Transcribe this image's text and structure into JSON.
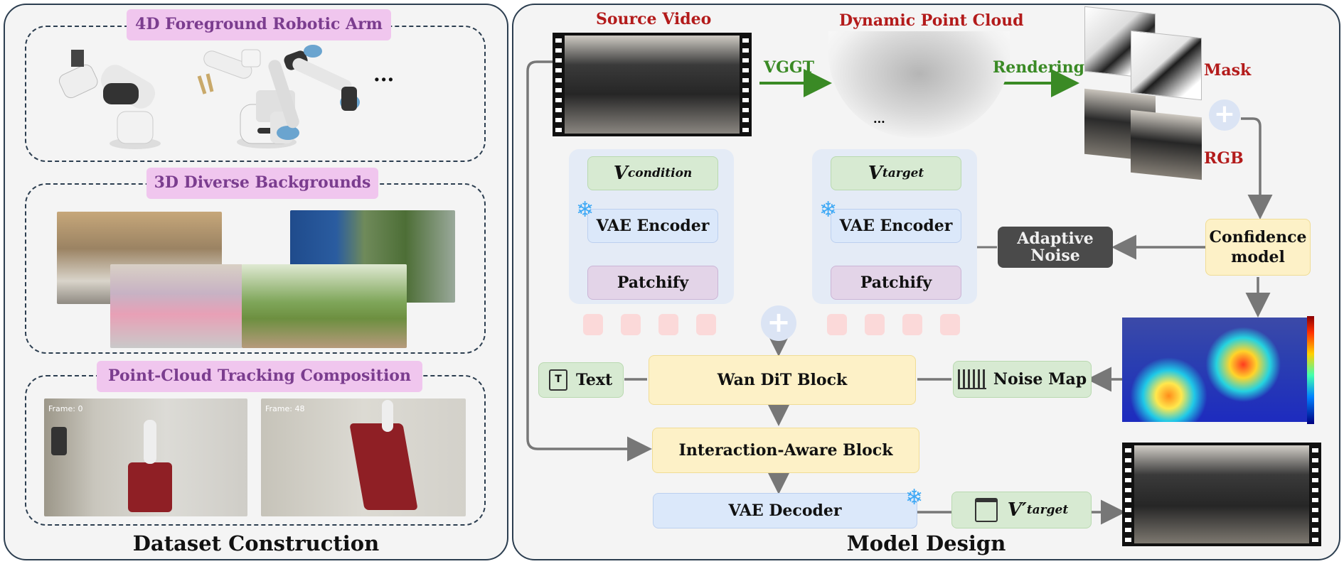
{
  "left": {
    "section_title": "Dataset Construction",
    "arm_title": "4D Foreground Robotic Arm",
    "ellipsis": "...",
    "bg_title": "3D Diverse Backgrounds",
    "track_title": "Point-Cloud Tracking Composition",
    "frame_a": "Frame: 0",
    "frame_b": "Frame: 48"
  },
  "right": {
    "section_title": "Model Design",
    "source_video": "Source Video",
    "point_cloud": "Dynamic Point Cloud",
    "vggt": "VGGT",
    "rendering": "Rendering",
    "mask": "Mask",
    "rgb": "RGB",
    "v_condition": "condition",
    "v_target": "target",
    "v_symbol": "V",
    "vae_encoder": "VAE Encoder",
    "patchify": "Patchify",
    "adaptive_noise_1": "Adaptive",
    "adaptive_noise_2": "Noise",
    "confidence_1": "Confidence",
    "confidence_2": "model",
    "text": "Text",
    "wan_dit": "Wan DiT Block",
    "noise_map": "Noise Map",
    "interaction": "Interaction-Aware Block",
    "vae_decoder": "VAE Decoder",
    "v_prime": "V′",
    "v_prime_sub": "target",
    "dots": "..."
  },
  "colors": {
    "red_label": "#b31b1b",
    "green_label": "#3a8a25",
    "pink_header": "#f0c6ee",
    "snowflake": "#3fa9f5"
  }
}
